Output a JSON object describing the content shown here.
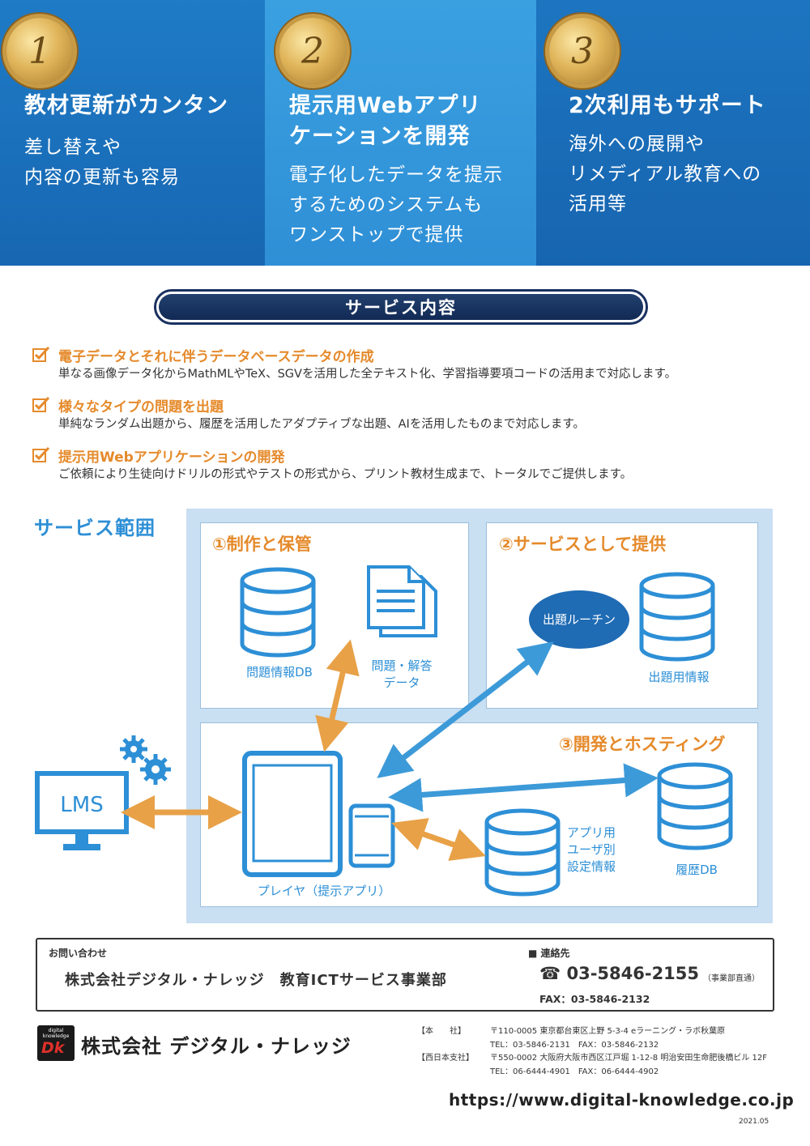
{
  "banner": {
    "panels": [
      {
        "number": "1",
        "title": "教材更新がカンタン",
        "body": [
          "差し替えや",
          "内容の更新も容易"
        ]
      },
      {
        "number": "2",
        "title": [
          "提示用Webアプリ",
          "ケーションを開発"
        ],
        "body": [
          "電子化したデータを提示",
          "するためのシステムも",
          "ワンストップで提供"
        ]
      },
      {
        "number": "3",
        "title": "2次利用もサポート",
        "body": [
          "海外への展開や",
          "リメディアル教育への",
          "活用等"
        ]
      }
    ]
  },
  "services": {
    "heading": "サービス内容",
    "items": [
      {
        "title": "電子データとそれに伴うデータベースデータの作成",
        "desc": "単なる画像データ化からMathMLやTeX、SGVを活用した全テキスト化、学習指導要項コードの活用まで対応します。"
      },
      {
        "title": "様々なタイプの問題を出題",
        "desc": "単純なランダム出題から、履歴を活用したアダプティブな出題、AIを活用したものまで対応します。"
      },
      {
        "title": "提示用Webアプリケーションの開発",
        "desc": "ご依頼により生徒向けドリルの形式やテストの形式から、プリント教材生成まで、トータルでご提供します。"
      }
    ]
  },
  "scope": {
    "title": "サービス範囲",
    "section1": "①制作と保管",
    "section2": "②サービスとして提供",
    "section3": "③開発とホスティング",
    "labels": {
      "question_db": "問題情報DB",
      "question_answer": [
        "問題・解答",
        "データ"
      ],
      "routine": "出題ルーチン",
      "question_info": "出題用情報",
      "lms": "LMS",
      "player": "プレイヤ（提示アプリ）",
      "app_settings": [
        "アプリ用",
        "ユーザ別",
        "設定情報"
      ],
      "history_db": "履歴DB"
    }
  },
  "contact": {
    "heading": "お問い合わせ",
    "company": "株式会社デジタル・ナレッジ　教育ICTサービス事業部",
    "contact_heading": "■ 連絡先",
    "phone": "☎ 03-5846-2155",
    "phone_note": "（事業部直通）",
    "fax": "FAX：03-5846-2132"
  },
  "footer": {
    "logo_small": "digital knowledge",
    "logo_mark": "Dk",
    "company_name": "株式会社 デジタル・ナレッジ",
    "hq_label": "【本　　社】",
    "hq_address": "〒110-0005 東京都台東区上野 5-3-4 eラーニング・ラボ秋葉原",
    "hq_tel": "TEL：03-5846-2131　FAX：03-5846-2132",
    "west_label": "【西日本支社】",
    "west_address": "〒550-0002 大阪府大阪市西区江戸堀 1-12-8 明治安田生命肥後橋ビル 12F",
    "west_tel": "TEL：06-6444-4901　FAX：06-6444-4902",
    "url": "https://www.digital-knowledge.co.jp",
    "date": "2021.05"
  },
  "colors": {
    "accent_orange": "#e58a2b",
    "accent_blue": "#2d8fd6",
    "navy": "#1a3160",
    "diagram_bg": "#c9dff2"
  }
}
